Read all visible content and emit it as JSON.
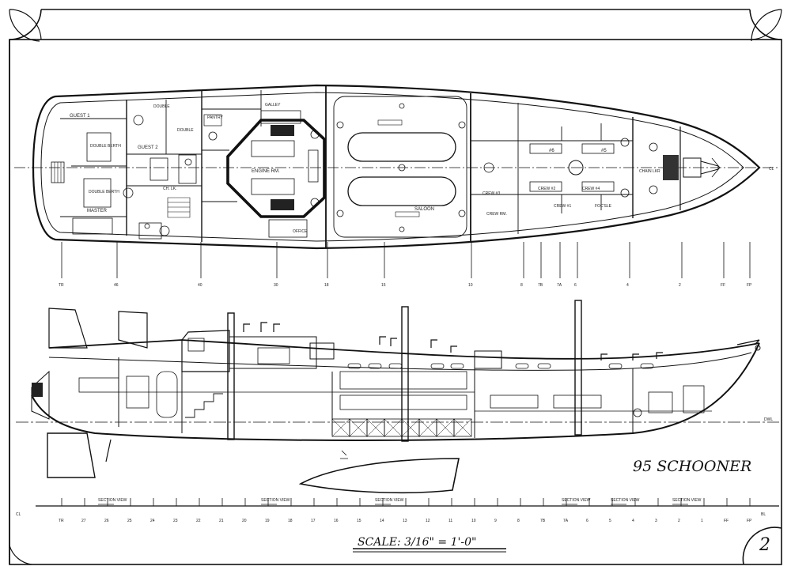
{
  "title": "95 SCHOONER",
  "scale_label": "SCALE: 3/16\" = 1'-0\"",
  "sheet_number": "2",
  "centerline_mark": "CL",
  "rooms": {
    "guest1": "GUEST 1",
    "guest2": "GUEST 2",
    "double_berth_1": "DOUBLE BERTH",
    "double_berth_2": "DOUBLE BERTH",
    "master": "MASTER",
    "engine_room": "ENGINE RM.",
    "galley": "GALLEY",
    "pantry": "PANTRY",
    "saloon": "SALOON",
    "office": "OFFICE",
    "crew_6": "#6",
    "crew_5": "#5",
    "crew_bunk_a": "CREW #3",
    "crew_bunk_b": "CREW #2",
    "crew_bunk_c": "CREW #4",
    "crew_bunk_d": "CREW #1",
    "double_1": "DOUBLE",
    "double_2": "DOUBLE",
    "ch_lck": "CH. LK.",
    "chain_locker": "CHAIN LKR",
    "foc_sle": "FOC'SLE",
    "crew_elev": "CREW RM."
  },
  "plan_stations": [
    "TR",
    "46",
    "40",
    "30",
    "18",
    "15",
    "10",
    "8",
    "7B",
    "7A",
    "6",
    "4",
    "2",
    "FF",
    "FP"
  ],
  "profile_stations": [
    "TR",
    "27",
    "26",
    "25",
    "24",
    "23",
    "22",
    "21",
    "20",
    "19",
    "18",
    "17",
    "16",
    "15",
    "14",
    "13",
    "12",
    "11",
    "10",
    "9",
    "8",
    "7B",
    "7A",
    "6",
    "5",
    "4",
    "3",
    "2",
    "1",
    "FF",
    "FP"
  ],
  "section_marks": [
    "SECTION VIEW",
    "SECTION VIEW",
    "SECTION VIEW",
    "SECTION VIEW",
    "SECTION VIEW",
    "SECTION VIEW"
  ],
  "side_marks": {
    "dwl": "DWL",
    "bl": "BL",
    "cl_left": "CL"
  }
}
